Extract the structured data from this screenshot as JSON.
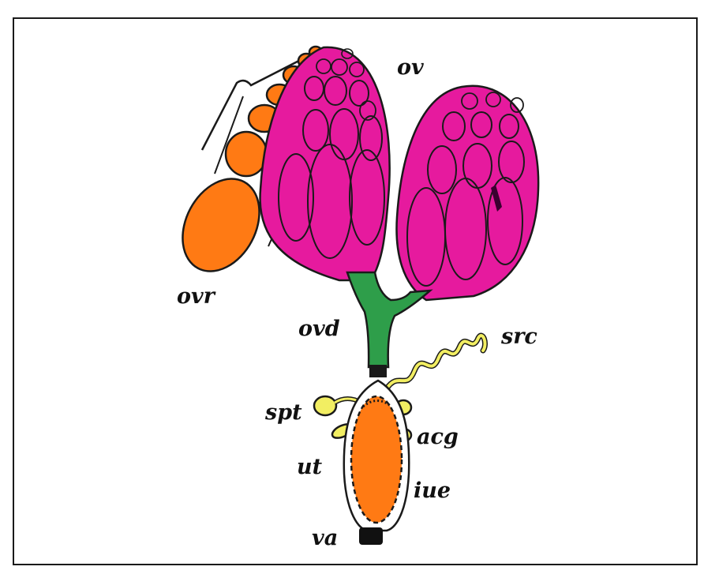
{
  "labels": {
    "ov": "ov",
    "ovr": "ovr",
    "ovd": "ovd",
    "src": "src",
    "spt": "spt",
    "acg": "acg",
    "ut": "ut",
    "iue": "iue",
    "va": "va"
  },
  "colors": {
    "ovary": "#e61a9e",
    "ovariole_tip": "#ff7a14",
    "ovipositor": "#ff7a14",
    "oviduct": "#2e9e4a",
    "receptacle": "#f2ee62",
    "vagina": "#111111",
    "outline": "#1a1a1a"
  }
}
